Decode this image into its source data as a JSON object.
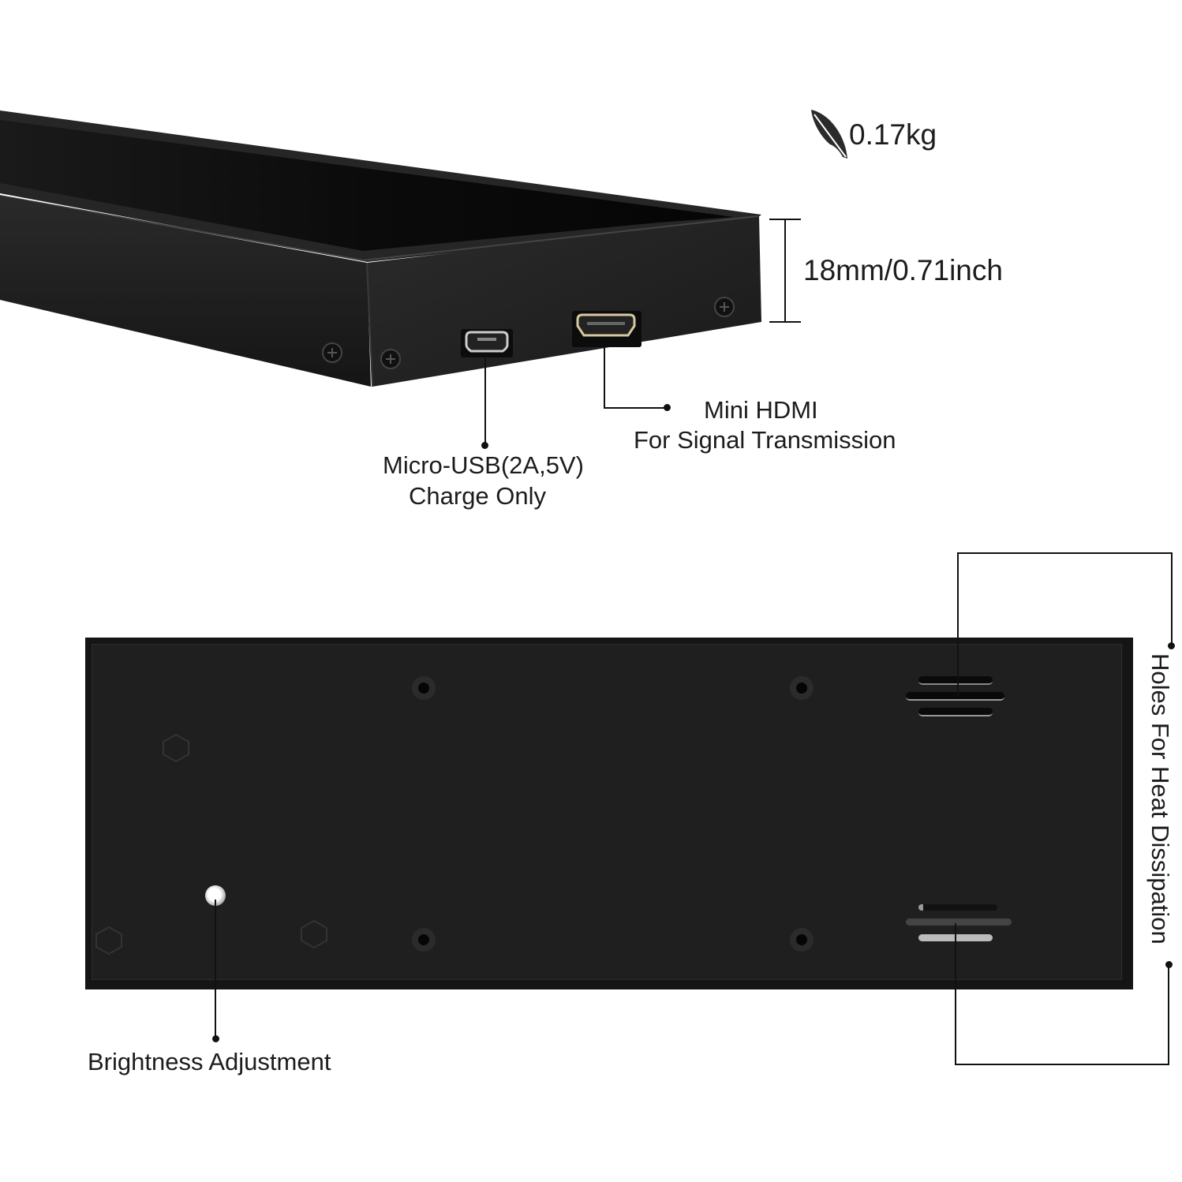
{
  "weight": {
    "icon": "feather-icon",
    "value": "0.17kg"
  },
  "thickness": {
    "value": "18mm/0.71inch"
  },
  "ports": [
    {
      "id": "micro-usb",
      "line1": "Micro-USB(2A,5V)",
      "line2": "Charge Only"
    },
    {
      "id": "mini-hdmi",
      "line1": "Mini HDMI",
      "line2": "For Signal Transmission"
    }
  ],
  "back_panel": {
    "brightness_label": "Brightness Adjustment",
    "vents_label": "Holes For Heat Dissipation"
  },
  "colors": {
    "device_body": "#1b1b1b",
    "device_face": "#232323",
    "screen": "#0a0a0a",
    "background": "#ffffff",
    "callout_line": "#111111"
  }
}
